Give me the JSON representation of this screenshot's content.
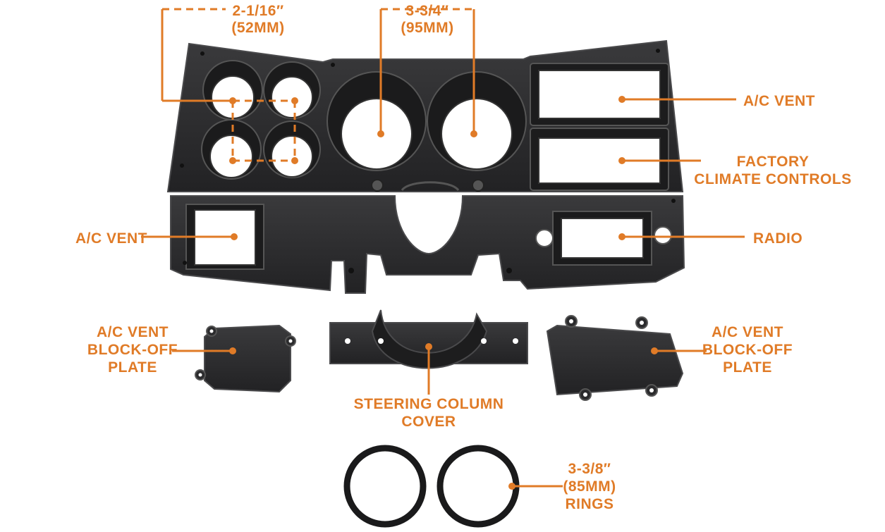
{
  "colors": {
    "accent": "#E07B27",
    "part_fill": "#2b2b2d",
    "part_shade": "#1a1a1b",
    "part_edge": "#4a4a4c",
    "background": "#ffffff"
  },
  "dimensions": {
    "small_gauge": {
      "line1": "2-1/16″",
      "line2": "(52MM)"
    },
    "large_gauge": {
      "line1": "3-3/4″",
      "line2": "(95MM)"
    },
    "rings": {
      "line1": "3-3/8″",
      "line2": "(85MM)",
      "line3": "RINGS"
    }
  },
  "labels": {
    "ac_vent_top": "A/C VENT",
    "factory_climate": {
      "line1": "FACTORY",
      "line2": "CLIMATE CONTROLS"
    },
    "ac_vent_left": "A/C VENT",
    "radio": "RADIO",
    "block_off_left": {
      "line1": "A/C VENT",
      "line2": "BLOCK-OFF",
      "line3": "PLATE"
    },
    "block_off_right": {
      "line1": "A/C VENT",
      "line2": "BLOCK-OFF",
      "line3": "PLATE"
    },
    "steering_cover": {
      "line1": "STEERING COLUMN",
      "line2": "COVER"
    }
  }
}
